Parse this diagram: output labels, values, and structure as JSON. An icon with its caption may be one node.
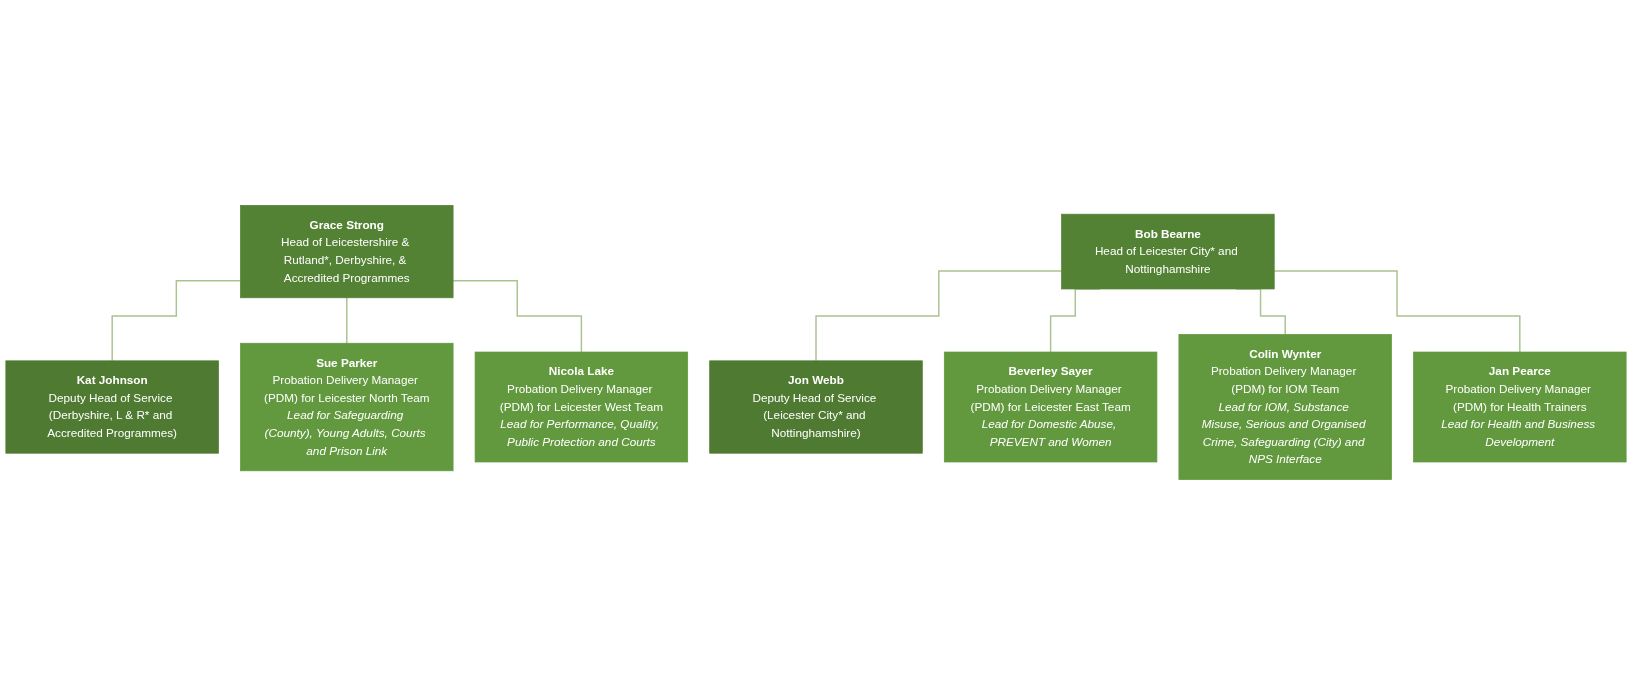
{
  "diagram": {
    "nodes": [
      {
        "text": [
          "Grace Strong",
          "Head of Leicestershire & Rutland*, Derbyshire, & Accredited Programmes"
        ]
      },
      {
        "text": [
          "Bob Bearne",
          "Head of Leicester City* and Nottinghamshire"
        ]
      },
      {
        "text": [
          "Kat Johnson",
          "Deputy Head of Service (Derbyshire, L & R* and Accredited Programmes)"
        ]
      },
      {
        "text": [
          "Jon Webb",
          "Deputy Head of Service (Leicester City* and Nottinghamshire)"
        ]
      },
      {
        "text": [
          "Sue Parker",
          "Probation Delivery Manager (PDM) for Leicester North Team",
          "Lead for Safeguarding (County), Young Adults, Courts and Prison Link"
        ]
      },
      {
        "text": [
          "Nicola Lake",
          "Probation Delivery Manager (PDM) for Leicester West Team",
          "Lead for Performance, Quality, Public Protection and Courts"
        ]
      },
      {
        "text": [
          "Beverley Sayer",
          "Probation Delivery Manager (PDM) for Leicester East Team",
          "Lead for Domestic Abuse, PREVENT and Women"
        ]
      },
      {
        "text": [
          "Colin Wynter",
          "Probation Delivery Manager (PDM) for IOM Team",
          "Lead for IOM, Substance Misuse, Serious and Organised Crime, Safeguarding (City) and NPS Interface"
        ]
      },
      {
        "text": [
          "Jan Pearce",
          "Probation Delivery Manager (PDM) for Health Trainers",
          "Lead for Health and Business Development"
        ]
      }
    ],
    "edges": [
      {
        "from": 0,
        "to": 2,
        "arrow": "none"
      },
      {
        "from": 0,
        "to": 4,
        "arrow": "none"
      },
      {
        "from": 0,
        "to": 5,
        "arrow": "none"
      },
      {
        "from": 1,
        "to": 3,
        "arrow": "none"
      },
      {
        "from": 1,
        "to": 6,
        "arrow": "none"
      },
      {
        "from": 1,
        "to": 7,
        "arrow": "none"
      },
      {
        "from": 1,
        "to": 8,
        "arrow": "none"
      }
    ]
  }
}
